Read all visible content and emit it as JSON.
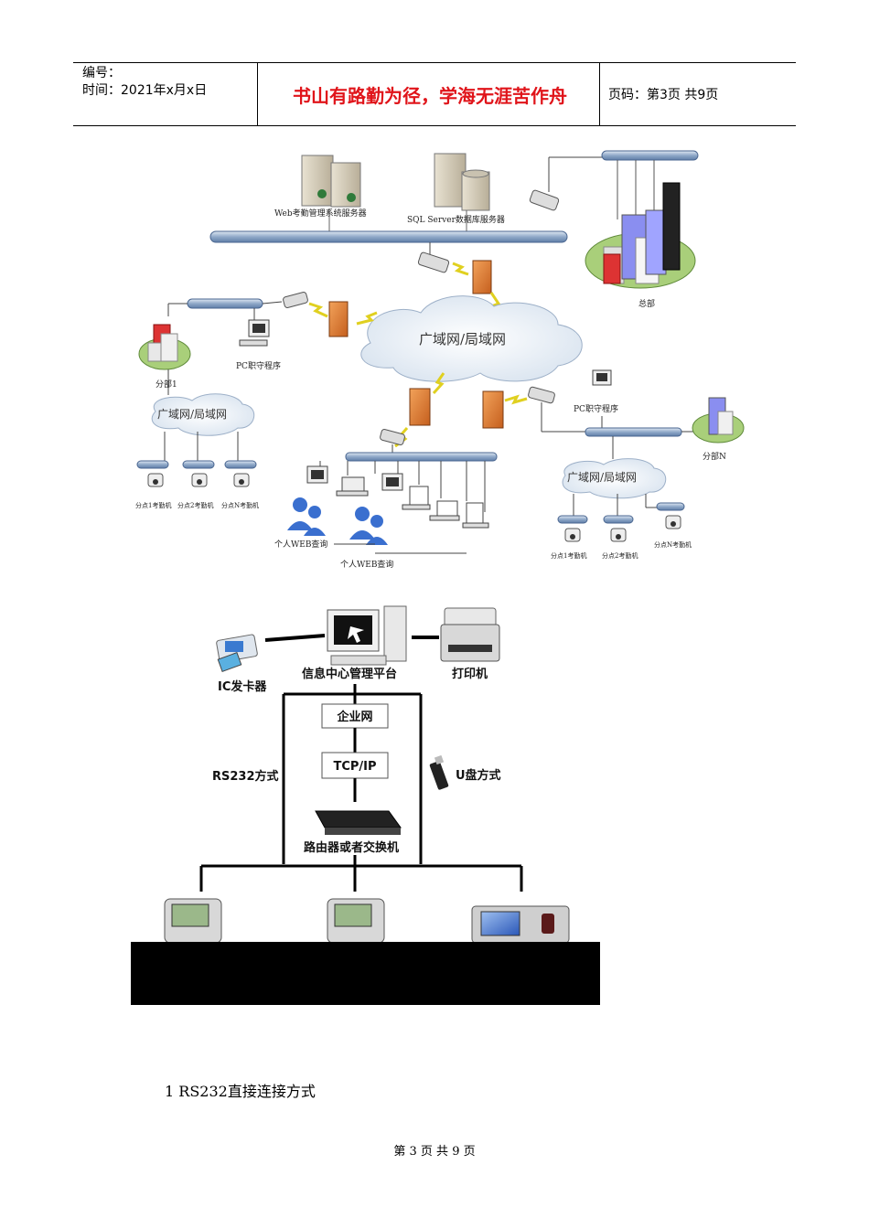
{
  "header": {
    "number_label": "编号：",
    "time_label": "时间：2021年x月x日",
    "motto": "书山有路勤为径，学海无涯苦作舟",
    "page_label": "页码：第3页  共9页"
  },
  "diagram1": {
    "web_server": "Web考勤管理系统服务器",
    "sql_server": "SQL Server数据库服务器",
    "hq": "总部",
    "branch1": "分部1",
    "branchN": "分部N",
    "pc_guard_1": "PC职守程序",
    "pc_guard_2": "PC职守程序",
    "wan_main": "广域网/局域网",
    "wan_left": "广域网/局域网",
    "wan_right": "广域网/局域网",
    "left_devices": [
      "分点1考勤机",
      "分点2考勤机",
      "分点N考勤机"
    ],
    "right_devices": [
      "分点1考勤机",
      "分点2考勤机",
      "分点N考勤机"
    ],
    "web_query_1": "个人WEB查询",
    "web_query_2": "个人WEB查询"
  },
  "diagram2": {
    "ic_card": "IC发卡器",
    "center": "信息中心管理平台",
    "printer": "打印机",
    "enterprise_net": "企业网",
    "tcpip": "TCP/IP",
    "rs232": "RS232方式",
    "usb": "U盘方式",
    "router": "路由器或者交换机"
  },
  "section": {
    "title": "1 RS232直接连接方式"
  },
  "footer": {
    "text": "第 3 页 共 9 页"
  }
}
